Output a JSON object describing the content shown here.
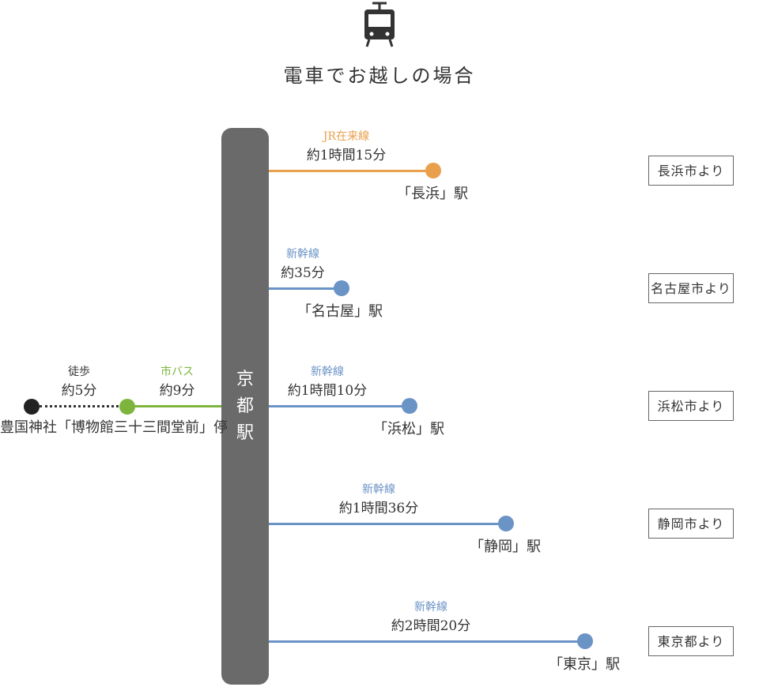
{
  "header": {
    "icon": "tram-icon",
    "title": "電車でお越しの場合"
  },
  "station": {
    "name_chars": [
      "京",
      "都",
      "駅"
    ]
  },
  "colors": {
    "jr": "#e8a04c",
    "shinkansen": "#6a93c6",
    "bus": "#7db53c",
    "walk": "#222222",
    "station": "#6a6a6a"
  },
  "routes": [
    {
      "line": "JR在来線",
      "time": "約1時間15分",
      "dest": "「長浜」駅",
      "from": "長浜市より"
    },
    {
      "line": "新幹線",
      "time": "約35分",
      "dest": "「名古屋」駅",
      "from": "名古屋市より"
    },
    {
      "line": "新幹線",
      "time": "約1時間10分",
      "dest": "「浜松」駅",
      "from": "浜松市より"
    },
    {
      "line": "新幹線",
      "time": "約1時間36分",
      "dest": "「静岡」駅",
      "from": "静岡市より"
    },
    {
      "line": "新幹線",
      "time": "約2時間20分",
      "dest": "「東京」駅",
      "from": "東京都より"
    }
  ],
  "west": {
    "walk_label": "徒歩",
    "walk_time": "約5分",
    "bus_label": "市バス",
    "bus_time": "約9分",
    "stop_name": "豊国神社「博物館三十三間堂前」停"
  }
}
